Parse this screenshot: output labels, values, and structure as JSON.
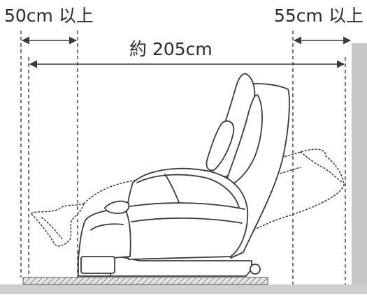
{
  "labels": {
    "front_clearance": "50cm 以上",
    "rear_clearance": "55cm 以上",
    "total_length": "約 205cm"
  },
  "colors": {
    "line": "#3a3a3a",
    "wall": "#c8c8c8",
    "floor": "#cfcfcf",
    "text": "#2b2b2b"
  }
}
